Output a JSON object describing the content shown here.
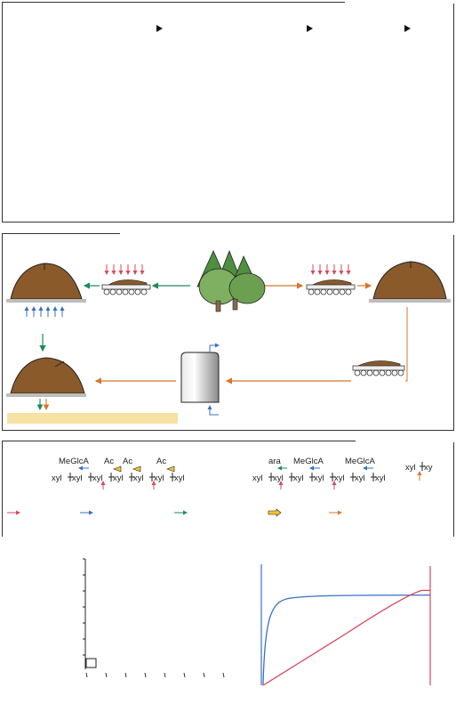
{
  "chain_left": {
    "substituents": [
      "MeGlcA",
      "Ac",
      "Ac",
      "Ac"
    ],
    "units": [
      "xyl",
      "xyl",
      "xyl",
      "xyl",
      "xyl",
      "xyl",
      "xyl"
    ]
  },
  "chain_right": {
    "substituents": [
      "ara",
      "MeGlcA",
      "MeGlcA"
    ],
    "units": [
      "xyl",
      "xyl",
      "xyl",
      "xyl",
      "xyl",
      "xyl",
      "xyl"
    ]
  },
  "dimer": {
    "units": [
      "xyl",
      "xy"
    ]
  },
  "colors": {
    "red": "#d9475a",
    "blue": "#3a6fc4",
    "green": "#1f8a5a",
    "orange": "#d9762a",
    "brown": "#8a5a2b",
    "tree": "#5e9a4a",
    "yellow_band": "#f6e2a4",
    "gray_base": "#bdbdbd"
  },
  "chart_left": {
    "type": "line",
    "series": []
  },
  "chart_right": {
    "type": "line",
    "series": [
      {
        "values": [
          [
            0,
            0
          ],
          [
            0.05,
            0.72
          ],
          [
            0.3,
            0.77
          ],
          [
            1,
            0.78
          ]
        ]
      },
      {
        "values": [
          [
            0,
            0
          ],
          [
            0.5,
            0.45
          ],
          [
            1,
            0.82
          ]
        ]
      }
    ]
  }
}
